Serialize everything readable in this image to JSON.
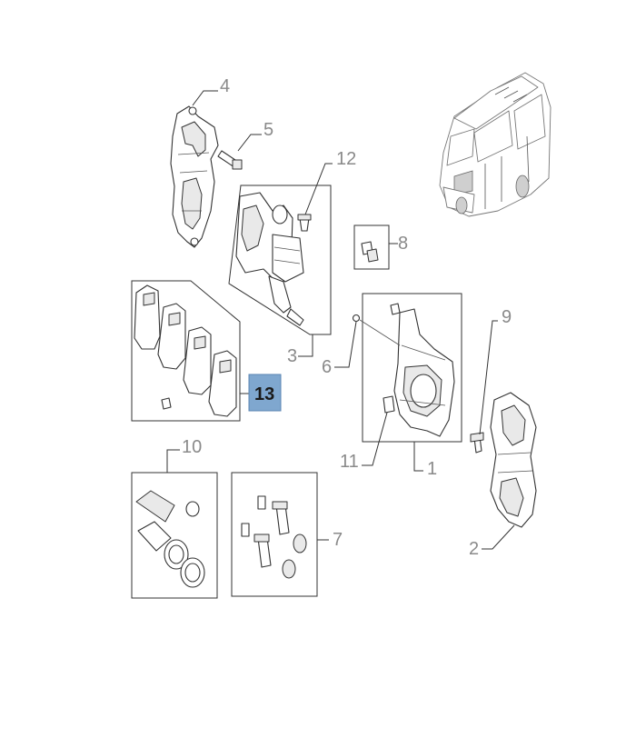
{
  "diagram": {
    "callouts": [
      {
        "id": "c1",
        "text": "1",
        "highlighted": false
      },
      {
        "id": "c2",
        "text": "2",
        "highlighted": false
      },
      {
        "id": "c3",
        "text": "3",
        "highlighted": false
      },
      {
        "id": "c4",
        "text": "4",
        "highlighted": false
      },
      {
        "id": "c5",
        "text": "5",
        "highlighted": false
      },
      {
        "id": "c6",
        "text": "6",
        "highlighted": false
      },
      {
        "id": "c7",
        "text": "7",
        "highlighted": false
      },
      {
        "id": "c8",
        "text": "8",
        "highlighted": false
      },
      {
        "id": "c9",
        "text": "9",
        "highlighted": false
      },
      {
        "id": "c10",
        "text": "10",
        "highlighted": false
      },
      {
        "id": "c11",
        "text": "11",
        "highlighted": false
      },
      {
        "id": "c12",
        "text": "12",
        "highlighted": false
      },
      {
        "id": "c13",
        "text": "13",
        "highlighted": true
      }
    ],
    "colors": {
      "callout_text": "#8a8a8a",
      "highlight_fill": "#7fa7cf",
      "line": "#333333"
    }
  }
}
